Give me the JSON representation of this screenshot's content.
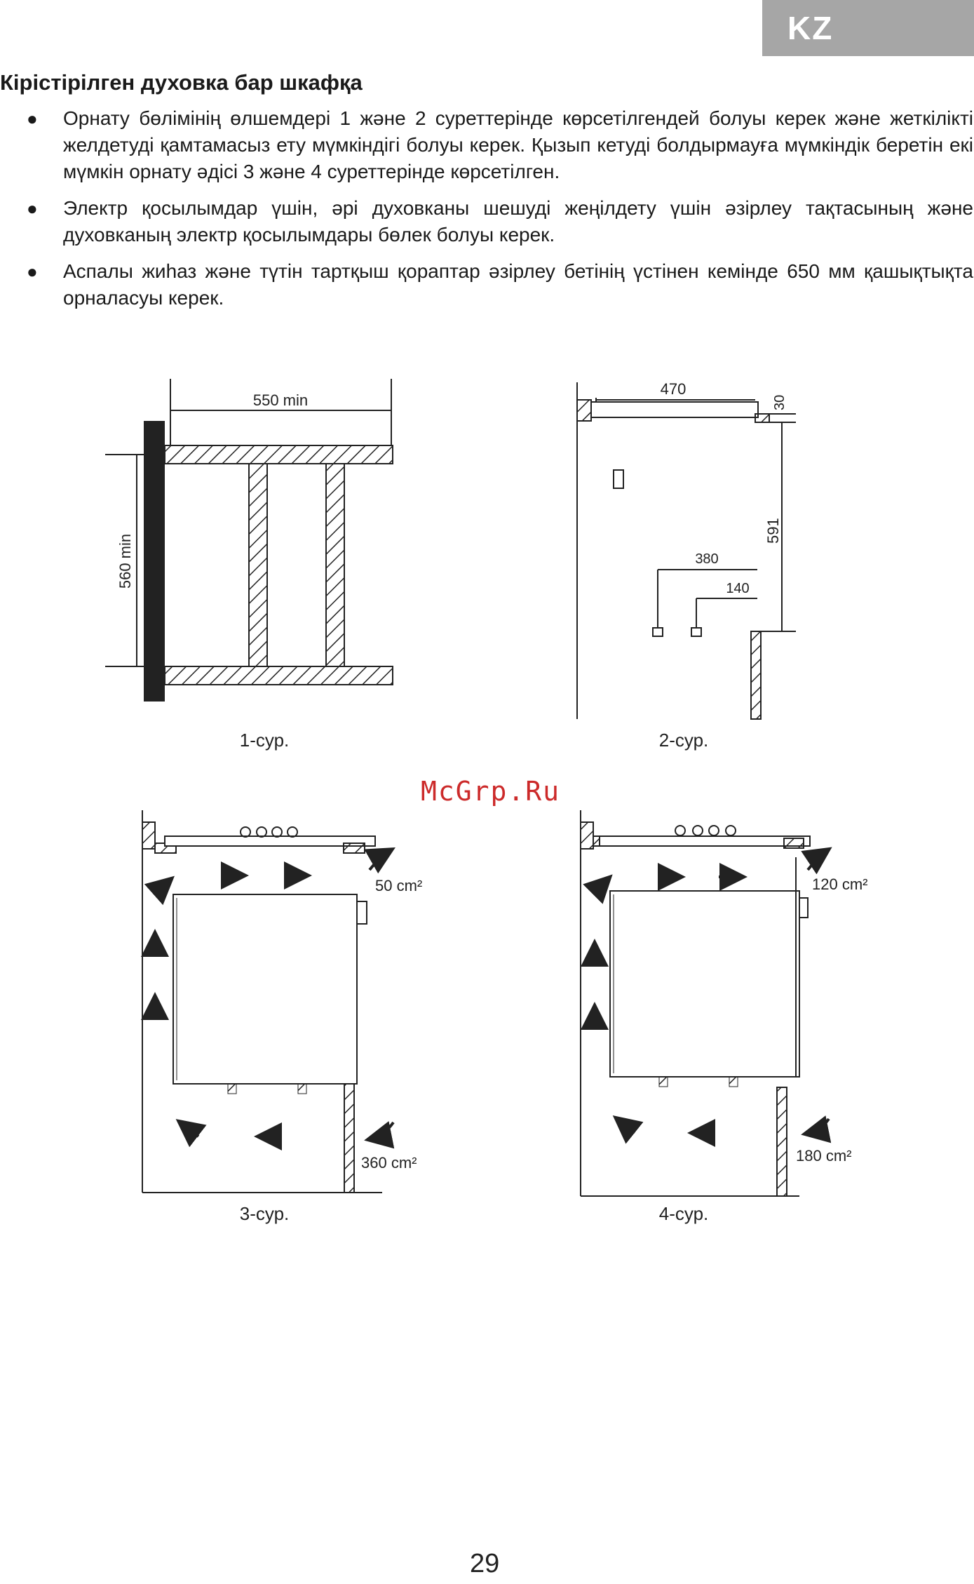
{
  "lang_tab": "KZ",
  "heading": "Кірістірілген духовка бар шкафқа",
  "bullets": [
    "Орнату бөлімінің өлшемдері 1 және 2 суреттерінде көрсетілгендей болуы керек және жеткілікті желдетуді қамтамасыз ету мүмкіндігі болуы керек. Қызып кетуді болдырмауға мүмкіндік беретін екі мүмкін орнату әдісі 3 және 4 суреттерінде көрсетілген.",
    "Электр қосылымдар үшін, әрі духовканы шешуді жеңілдету үшін әзірлеу тақтасының және духовканың электр қосылымдары бөлек болуы керек.",
    "Аспалы жиһаз және түтін тартқыш қораптар әзірлеу бетінің үстінен кемінде 650 мм қашықтықта орналасуы керек."
  ],
  "bullet_symbol": "●",
  "figures": {
    "fig1": {
      "caption": "1-сур.",
      "width_label": "550 min",
      "height_label": "560 min"
    },
    "fig2": {
      "caption": "2-сур.",
      "dim_top": "470",
      "dim_corner": "30",
      "dim_height": "591",
      "dim_mid": "380",
      "dim_small": "140"
    },
    "fig3": {
      "caption": "3-сур.",
      "top_vent": "50 cm²",
      "bottom_vent": "360 cm²"
    },
    "fig4": {
      "caption": "4-сур.",
      "top_vent": "120 cm²",
      "bottom_vent": "180 cm²"
    }
  },
  "watermark": "McGrp.Ru",
  "page_number": "29"
}
